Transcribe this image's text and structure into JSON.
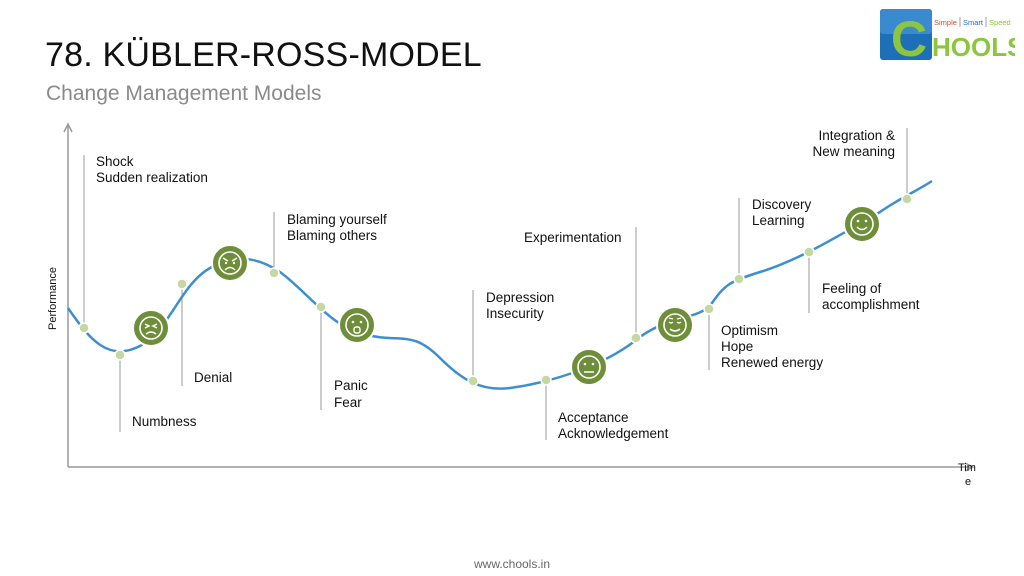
{
  "header": {
    "title": "78. KÜBLER-ROSS-MODEL",
    "subtitle": "Change Management Models"
  },
  "logo": {
    "tagline_1": "Simple",
    "tagline_2": "Smart",
    "tagline_3": "Speed",
    "wordmark": "HOOLS",
    "initial": "C"
  },
  "axes": {
    "y_label": "Performance",
    "x_label_line1": "Tim",
    "x_label_line2": "e"
  },
  "stages": {
    "shock_1": "Shock",
    "shock_2": "Sudden realization",
    "numbness": "Numbness",
    "denial": "Denial",
    "blaming_1": "Blaming yourself",
    "blaming_2": "Blaming others",
    "panic_1": "Panic",
    "panic_2": "Fear",
    "depression_1": "Depression",
    "depression_2": "Insecurity",
    "acceptance_1": "Acceptance",
    "acceptance_2": "Acknowledgement",
    "experimentation": "Experimentation",
    "optimism_1": "Optimism",
    "optimism_2": "Hope",
    "optimism_3": "Renewed energy",
    "discovery_1": "Discovery",
    "discovery_2": "Learning",
    "feeling_1": "Feeling of",
    "feeling_2": "accomplishment",
    "integration_1": "Integration &",
    "integration_2": "New meaning"
  },
  "colors": {
    "curve": "#3d8fd1",
    "node": "#c5d8a4",
    "face_fill": "#6e8e3a",
    "leader": "#9a9a9a",
    "axis": "#999999"
  },
  "footer": {
    "url": "www.chools.in"
  }
}
